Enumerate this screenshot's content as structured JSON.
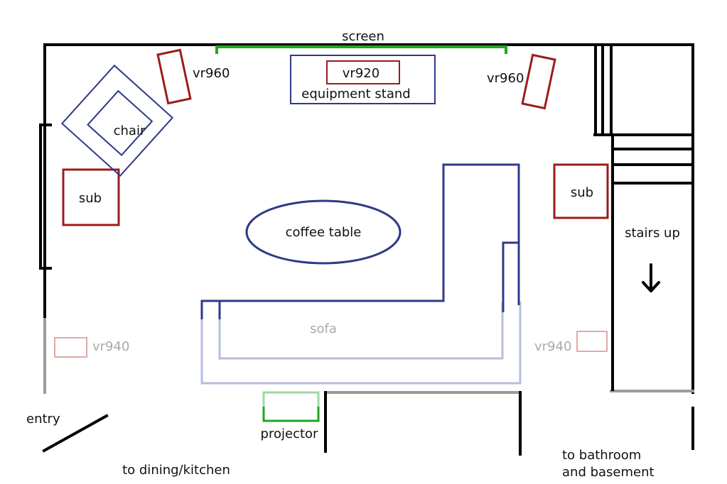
{
  "labels": {
    "screen": "screen",
    "vr960_left": "vr960",
    "vr960_right": "vr960",
    "vr920": "vr920",
    "equipment_stand": "equipment stand",
    "chair": "chair",
    "sub_left": "sub",
    "sub_right": "sub",
    "coffee_table": "coffee table",
    "stairs_up": "stairs up",
    "sofa": "sofa",
    "vr940_left": "vr940",
    "vr940_right": "vr940",
    "entry": "entry",
    "projector": "projector",
    "to_dining": "to dining/kitchen",
    "to_bathroom_line1": "to bathroom",
    "to_bathroom_line2": "and basement"
  },
  "colors": {
    "wall": "#000000",
    "wall_faded": "#9a9a9a",
    "furniture": "#2e3a87",
    "furniture_faded": "#b6bedd",
    "speaker": "#9b1c1c",
    "speaker_faded": "#e2a9a9",
    "screen": "#22a322",
    "projector": "#22a322"
  },
  "icons": {
    "stairs_direction": "down-arrow-icon"
  }
}
